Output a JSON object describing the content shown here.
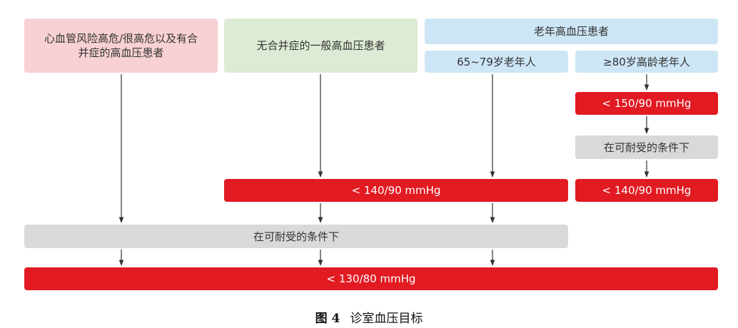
{
  "boxes": {
    "high_risk": "心血管风险高危/很高危以及有合并症的高血压患者",
    "general": "无合并症的一般高血压患者",
    "elderly": "老年高血压患者",
    "age_65_79": "65~79岁老年人",
    "age_80_plus": "≥80岁高龄老年人",
    "target_150_90": "< 150/90 mmHg",
    "tolerable_right": "在可耐受的条件下",
    "target_140_90_wide": "< 140/90 mmHg",
    "target_140_90_right": "< 140/90 mmHg",
    "tolerable_wide": "在可耐受的条件下",
    "target_130_80": "< 130/80 mmHg"
  },
  "caption": {
    "figure": "图 4",
    "title": "诊室血压目标"
  },
  "colors": {
    "red": "#e21a22",
    "pink": "#f7d1d3",
    "green": "#ddebd4",
    "blue": "#cde6f5",
    "gray": "#d9d9d9"
  }
}
